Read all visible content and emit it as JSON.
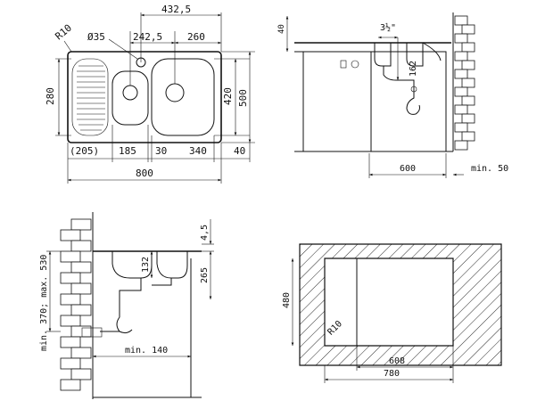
{
  "top_view": {
    "d_432_5": "432,5",
    "d_r10": "R10",
    "d_phi35": "Ø35",
    "d_242_5": "242,5",
    "d_260": "260",
    "d_280": "280",
    "d_420": "420",
    "d_500": "500",
    "d_205": "(205)",
    "d_185": "185",
    "d_30": "30",
    "d_340": "340",
    "d_40": "40",
    "d_800": "800"
  },
  "side_view": {
    "d_40": "40",
    "d_3_1_2": "3½\"",
    "d_162": "162",
    "d_600": "600",
    "d_min50": "min. 50"
  },
  "wall_view": {
    "d_4_5": "4,5",
    "d_132": "132",
    "d_265": "265",
    "d_370_530": "min. 370; max. 530",
    "d_min140": "min. 140"
  },
  "cutout_view": {
    "d_480": "480",
    "d_r10": "R10",
    "d_608": "608",
    "d_780": "780"
  }
}
